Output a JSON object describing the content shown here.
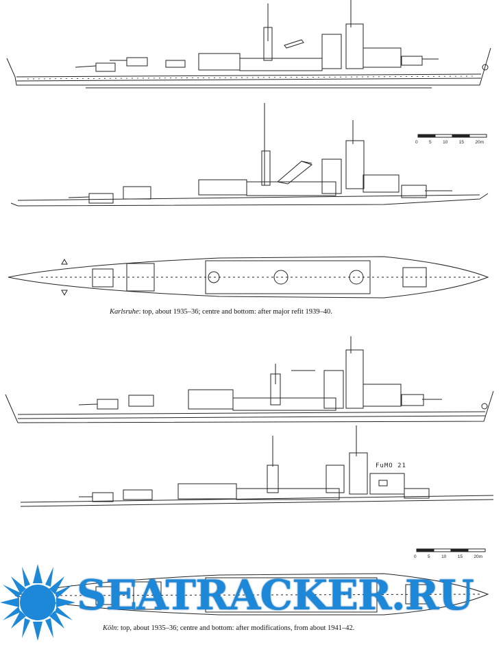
{
  "captions": {
    "karlsruhe_name": "Karlsruhe",
    "karlsruhe_text": ": top, about 1935–36; centre and bottom: after major refit 1939–40.",
    "koln_name": "Köln",
    "koln_text": ": top, about 1935–36; centre and bottom: after modifications, from about 1941–42."
  },
  "scale": {
    "labels": [
      "0",
      "5",
      "10",
      "15",
      "20m"
    ]
  },
  "radar_label": "FuMO 21",
  "watermark": {
    "text": "SEATRACKER.RU",
    "color": "#1e88d8"
  }
}
